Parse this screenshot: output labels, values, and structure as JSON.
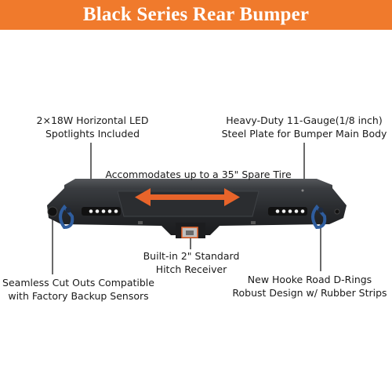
{
  "banner": {
    "title": "Black Series Rear Bumper",
    "background": "#f07a2c"
  },
  "callouts": {
    "led": {
      "line1": "2×18W Horizontal LED",
      "line2": "Spotlights Included"
    },
    "steel": {
      "line1": "Heavy-Duty 11-Gauge(1/8 inch)",
      "line2": "Steel Plate for Bumper Main Body"
    },
    "spare": {
      "line1": "Accommodates up to a 35\" Spare Tire"
    },
    "hitch": {
      "line1": "Built-in 2\" Standard",
      "line2": "Hitch Receiver"
    },
    "sensors": {
      "line1": "Seamless Cut Outs Compatible",
      "line2": "with Factory Backup Sensors"
    },
    "drings": {
      "line1": "New Hooke Road D-Rings",
      "line2": "Robust Design w/ Rubber Strips"
    }
  },
  "colors": {
    "arrow": "#e8642a",
    "bumper": "#26282b",
    "dring": "#2f5d9e",
    "hitch_marker": "#e8642a"
  },
  "icons": [
    "double-arrow-icon",
    "led-light-icon",
    "d-ring-icon",
    "sensor-icon",
    "hitch-receiver-icon"
  ]
}
